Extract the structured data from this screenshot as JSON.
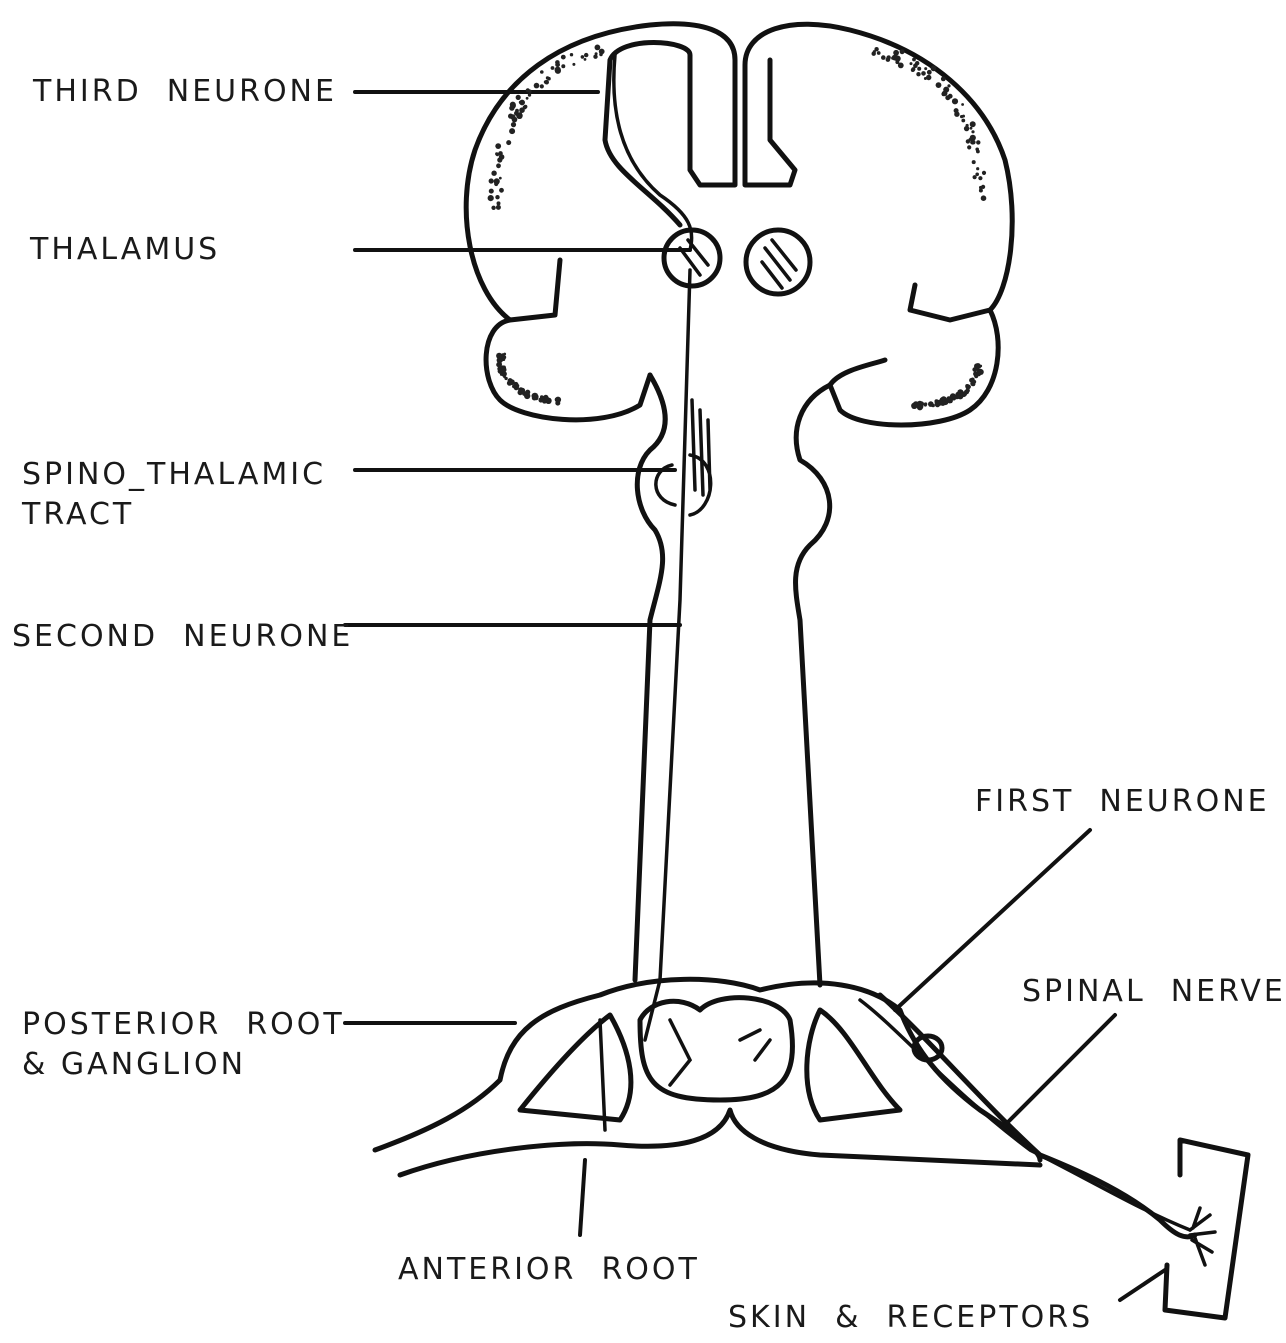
{
  "labels": {
    "third_neurone": "THIRD  NEURONE",
    "thalamus": "THALAMUS",
    "spino_thalamic_1": "SPINO_THALAMIC",
    "spino_thalamic_2": "TRACT",
    "second_neurone": "SECOND  NEURONE",
    "first_neurone": "FIRST  NEURONE",
    "spinal_nerve": "SPINAL  NERVE",
    "posterior_root_1": "POSTERIOR  ROOT",
    "posterior_root_2": "& GANGLION",
    "anterior_root": "ANTERIOR  ROOT",
    "skin_receptors": "SKIN  &  RECEPTORS"
  },
  "colors": {
    "ink": "#111111",
    "paper": "#ffffff"
  }
}
